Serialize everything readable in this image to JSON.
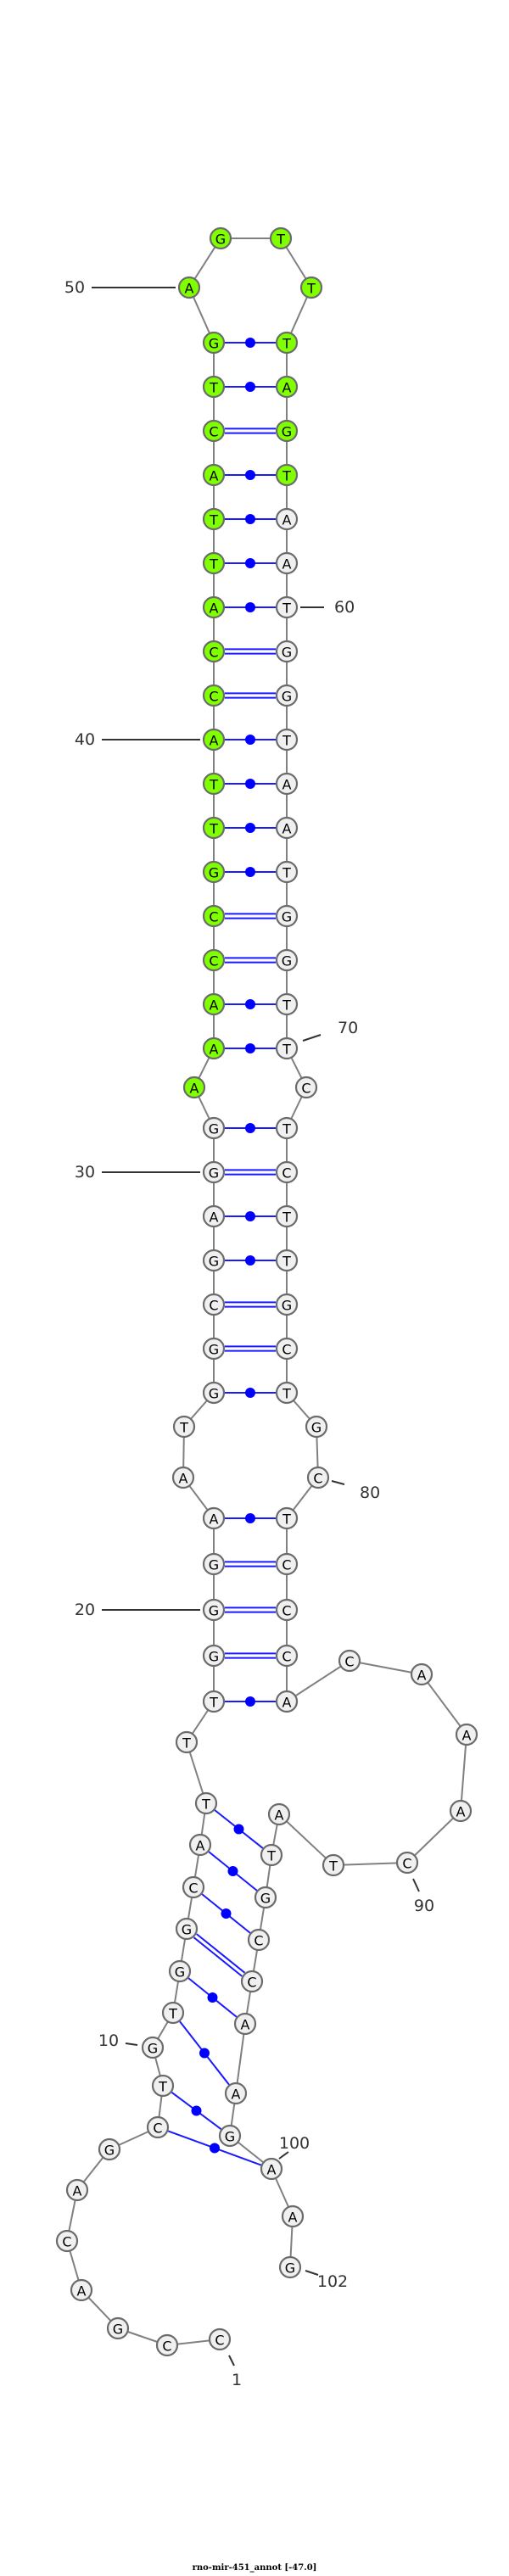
{
  "title": "rno-mir-451_annot [-47.0]",
  "sequence": "CCGACAGCTGTGGCATTTGGGAATGGCGAGGAAACCGTTACCATTACTGAGTTTAGTAATGGTAATGGTTCTCTTGCTGCTCCCACAAACTATGCCAAGAAG",
  "structure": ".......((.((((((.(((((..(((((((.(((((((((((((((((....))))))))))))))))).)))))))..))))).......))))))))...",
  "highlight": {
    "start": 32,
    "end": 57,
    "color": "#80ff00"
  },
  "colors": {
    "default_fill": "#f0f0f0",
    "pair": "#0000ff",
    "backbone": "#808080"
  },
  "position_labels": [
    {
      "n": 1,
      "text": "1"
    },
    {
      "n": 10,
      "text": "10"
    },
    {
      "n": 20,
      "text": "20"
    },
    {
      "n": 30,
      "text": "30"
    },
    {
      "n": 40,
      "text": "40"
    },
    {
      "n": 50,
      "text": "50"
    },
    {
      "n": 60,
      "text": "60"
    },
    {
      "n": 70,
      "text": "70"
    },
    {
      "n": 80,
      "text": "80"
    },
    {
      "n": 90,
      "text": "90"
    },
    {
      "n": 100,
      "text": "100"
    },
    {
      "n": 102,
      "text": "102"
    }
  ]
}
